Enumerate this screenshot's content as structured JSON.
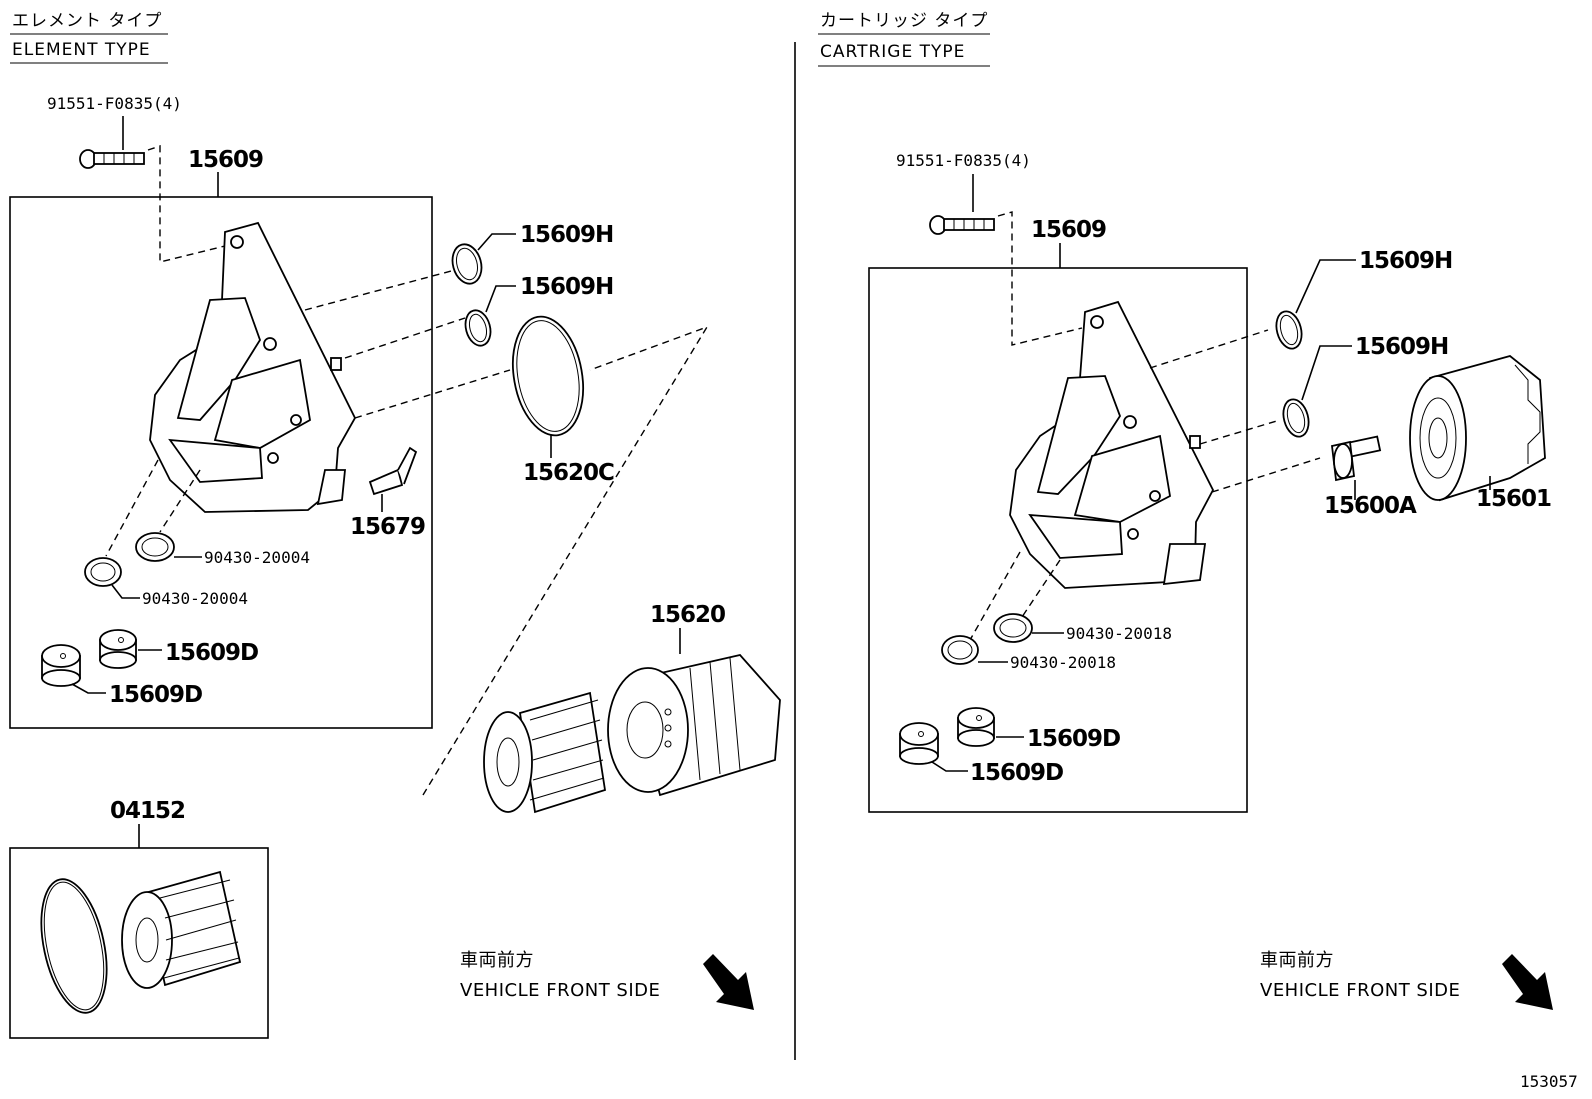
{
  "left": {
    "title_jp": "エレメント タイプ",
    "title_en": "ELEMENT TYPE",
    "bolt_label": "91551-F0835(4)",
    "housing_label": "15609",
    "oring_top_label": "15609H",
    "oring_mid_label": "15609H",
    "gasket_large_label": "15620C",
    "clip_label": "15679",
    "washer_a_label": "90430-20004",
    "washer_b_label": "90430-20004",
    "plug_a_label": "15609D",
    "plug_b_label": "15609D",
    "cap_label": "15620",
    "kit_label": "04152",
    "front_jp": "車両前方",
    "front_en": "VEHICLE FRONT SIDE"
  },
  "right": {
    "title_jp": "カートリッジ タイプ",
    "title_en": "CARTRIGE TYPE",
    "bolt_label": "91551-F0835(4)",
    "housing_label": "15609",
    "oring_top_label": "15609H",
    "oring_mid_label": "15609H",
    "union_label": "15600A",
    "filter_label": "15601",
    "washer_a_label": "90430-20018",
    "washer_b_label": "90430-20018",
    "plug_a_label": "15609D",
    "plug_b_label": "15609D",
    "front_jp": "車両前方",
    "front_en": "VEHICLE FRONT SIDE"
  },
  "diagram_number": "153057"
}
